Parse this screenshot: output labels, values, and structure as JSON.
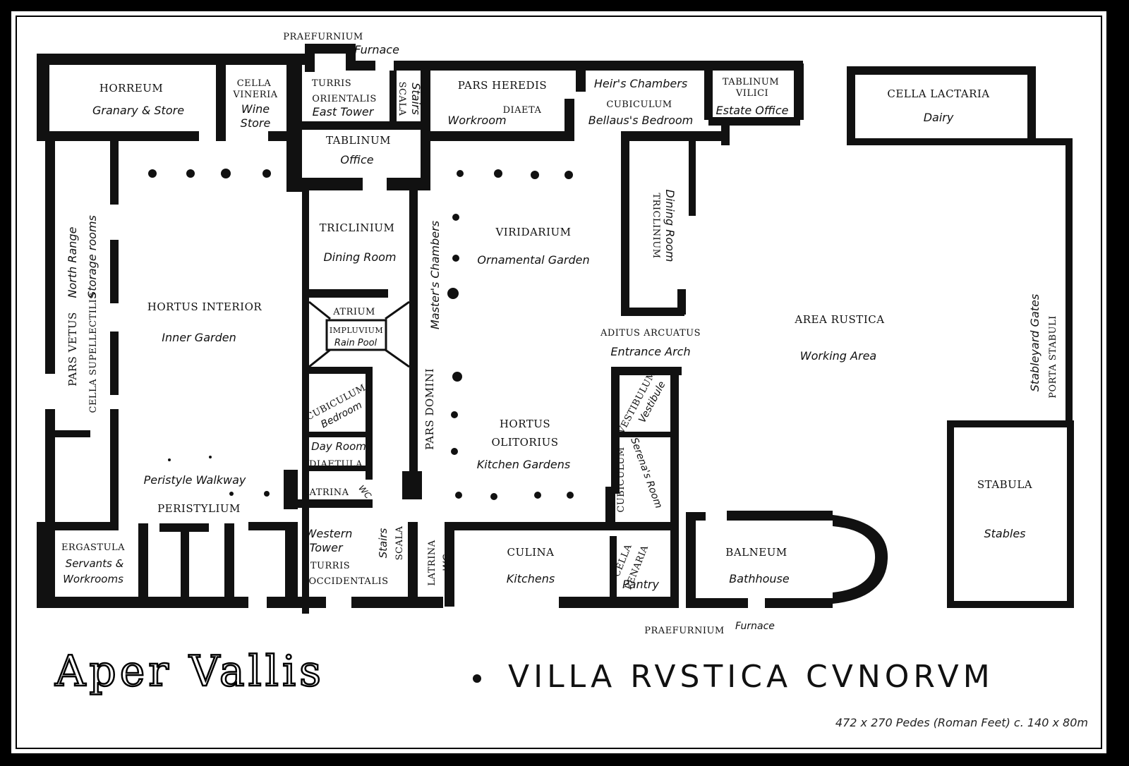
{
  "map": {
    "title": "Aper Vallis",
    "subtitle": "VILLA RVSTICA CVNORVM",
    "dimensions": "472 x 270 Pedes (Roman Feet) c. 140 x 80m",
    "rooms": {
      "praefurnium_n": "PRAEFURNIUM",
      "furnace_n": "Furnace",
      "horreum": "HORREUM",
      "horreum_en": "Granary & Store",
      "cella_vineria_1": "CELLA",
      "cella_vineria_2": "VINERIA",
      "cella_vineria_en1": "Wine",
      "cella_vineria_en2": "Store",
      "turris_or_1": "TURRIS",
      "turris_or_2": "ORIENTALIS",
      "turris_or_en": "East Tower",
      "scala_n": "SCALA",
      "stairs_n": "Stairs",
      "pars_heredis": "PARS HEREDIS",
      "diaeta_n": "DIAETA",
      "workroom": "Workroom",
      "heirs_chambers": "Heir's Chambers",
      "cubiculum_n": "CUBICULUM",
      "bellaus": "Bellaus's Bedroom",
      "tablinum_vilici_1": "TABLINUM",
      "tablinum_vilici_2": "VILICI",
      "estate_office": "Estate Office",
      "cella_lactaria": "CELLA LACTARIA",
      "dairy": "Dairy",
      "tablinum": "TABLINUM",
      "office": "Office",
      "triclinium_w": "TRICLINIUM",
      "dining_w": "Dining Room",
      "masters_chambers": "Master's Chambers",
      "viridarium": "VIRIDARIUM",
      "ornamental_garden": "Ornamental Garden",
      "triclinium_e": "TRICLINIUM",
      "dining_e": "Dining Room",
      "pars_vetus": "PARS VETUS",
      "north_range": "North Range",
      "cella_supellectilis": "CELLA SUPELLECTILIS",
      "storage_rooms": "Storage rooms",
      "hortus_interior": "HORTUS INTERIOR",
      "inner_garden": "Inner Garden",
      "atrium": "ATRIUM",
      "impluvium": "IMPLUVIUM",
      "rain_pool": "Rain Pool",
      "aditus_arcuatus": "ADITUS ARCUATUS",
      "entrance_arch": "Entrance Arch",
      "area_rustica": "AREA RUSTICA",
      "working_area": "Working Area",
      "stableyard_gates": "Stableyard Gates",
      "porta_stabuli": "PORTA STABULI",
      "cubiculum_w": "CUBICULUM",
      "bedroom_w": "Bedroom",
      "pars_domini": "PARS DOMINI",
      "vestibulum": "VESTIBULUM",
      "vestibule": "Vestibule",
      "day_room": "Day Room",
      "diaetula": "DIAETULA",
      "hortus_olitorius_1": "HORTUS",
      "hortus_olitorius_2": "OLITORIUS",
      "kitchen_gardens": "Kitchen Gardens",
      "cubiculum_s": "CUBICULUM",
      "serenas_room": "Serena's Room",
      "peristyle_walkway": "Peristyle Walkway",
      "peristylium": "PERISTYLIUM",
      "latrina_w": "LATRINA",
      "wc_w": "WC",
      "stabula": "STABULA",
      "stables": "Stables",
      "ergastula": "ERGASTULA",
      "servants_1": "Servants &",
      "servants_2": "Workrooms",
      "western_1": "Western",
      "western_2": "Tower",
      "turris_occ_1": "TURRIS",
      "turris_occ_2": "OCCIDENTALIS",
      "stairs_s": "Stairs",
      "scala_s": "SCALA",
      "latrina_s": "LATRINA",
      "wc_s": "WC",
      "culina": "CULINA",
      "kitchens": "Kitchens",
      "cella_penaria_1": "CELLA",
      "cella_penaria_2": "PENARIA",
      "pantry": "Pantry",
      "balneum": "BALNEUM",
      "bathhouse": "Bathhouse",
      "praefurnium_s": "PRAEFURNIUM",
      "furnace_s": "Furnace"
    }
  }
}
